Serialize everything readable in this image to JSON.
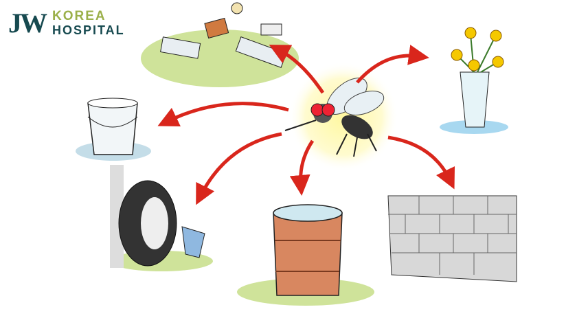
{
  "logo": {
    "mark": "JW",
    "line1": "KOREA",
    "line2": "HOSPITAL"
  },
  "colors": {
    "arrow": "#d9261c",
    "brand_dark": "#174a50",
    "brand_green": "#9bb04a",
    "glow": "#fff48a"
  }
}
